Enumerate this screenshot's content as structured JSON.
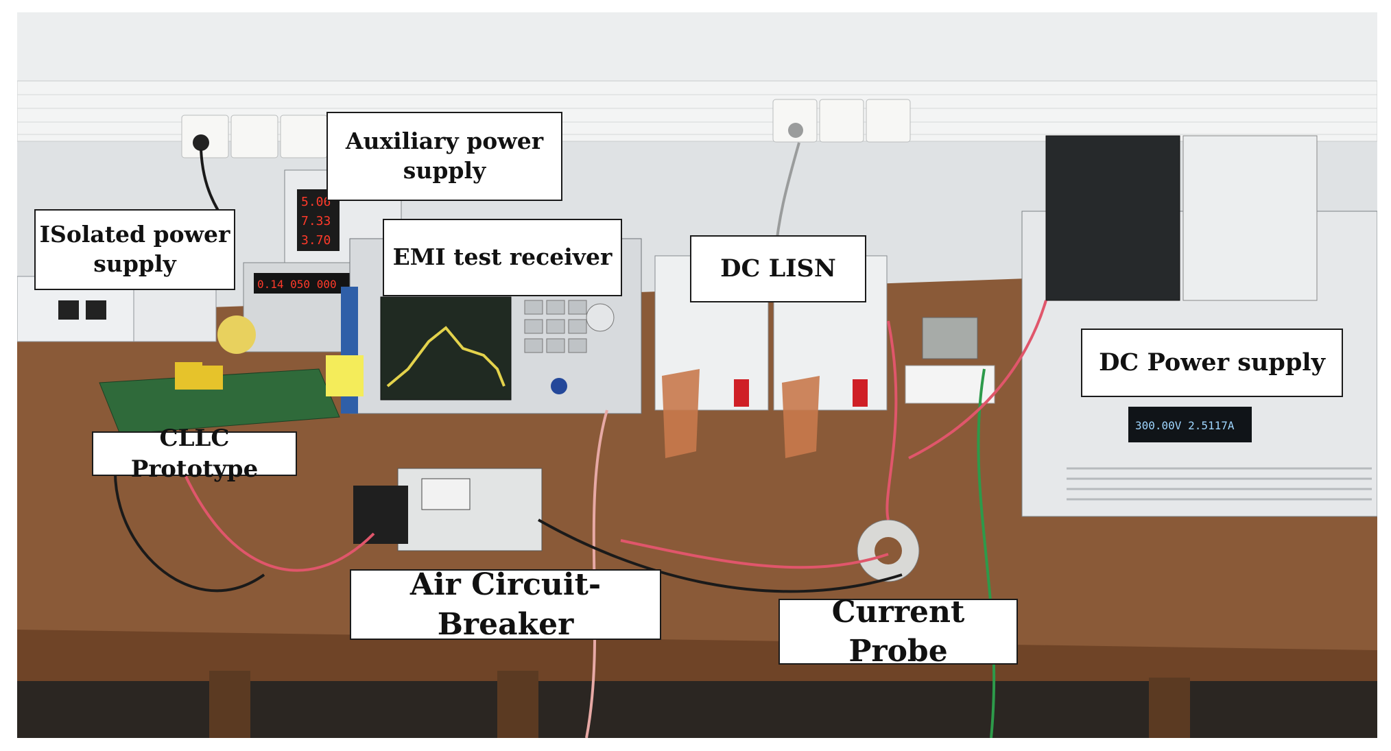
{
  "figure": {
    "labels": {
      "auxiliary_power_supply": {
        "line1": "Auxiliary power",
        "line2": "supply"
      },
      "isolated_power_supply": {
        "line1": "ISolated power",
        "line2": "supply"
      },
      "emi_test_receiver": "EMI test receiver",
      "dc_lisn": "DC LISN",
      "dc_power_supply": "DC Power supply",
      "cllc_prototype": "CLLC Prototype",
      "air_circuit_breaker": "Air Circuit-Breaker",
      "current_probe": "Current Probe"
    },
    "displays": {
      "aux_readout_1": "5.06",
      "aux_readout_2": "7.33",
      "aux_readout_3": "3.70",
      "isolated_readout": "0.14 050 000",
      "dc_supply_readout": "300.00V 2.5117A"
    },
    "colors": {
      "wall": "#dfe2e4",
      "table": "#8a5a38",
      "label_background": "#ffffff",
      "label_border": "#1a1a1a"
    }
  }
}
